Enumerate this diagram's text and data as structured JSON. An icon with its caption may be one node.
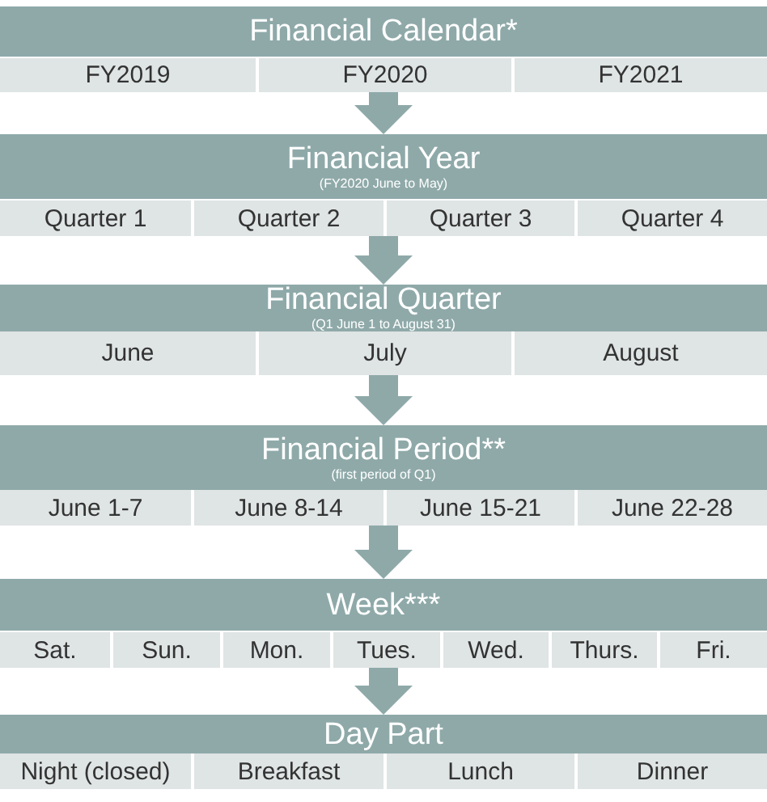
{
  "diagram": {
    "nodes": [
      {
        "text": [
          "Financial Calendar*"
        ]
      },
      {
        "text": [],
        "shape": "bar"
      },
      {
        "text": [
          "FY2019"
        ],
        "in": 1
      },
      {
        "text": [
          "FY2020"
        ],
        "in": 1
      },
      {
        "text": [
          "FY2021"
        ],
        "in": 1
      },
      {
        "text": [
          "Financial Year",
          "(FY2020 June to May)"
        ]
      },
      {
        "text": [],
        "shape": "bar"
      },
      {
        "text": [
          "Quarter 1"
        ],
        "in": 6
      },
      {
        "text": [
          "Quarter 2"
        ],
        "in": 6
      },
      {
        "text": [
          "Quarter 3"
        ],
        "in": 6
      },
      {
        "text": [
          "Quarter 4"
        ],
        "in": 6
      },
      {
        "text": [
          "Financial Quarter",
          "(Q1 June 1 to August 31)"
        ]
      },
      {
        "text": [],
        "shape": "bar"
      },
      {
        "text": [
          "June"
        ],
        "in": 12
      },
      {
        "text": [
          "July"
        ],
        "in": 12
      },
      {
        "text": [
          "August"
        ],
        "in": 12
      },
      {
        "text": [
          "Financial Period**",
          "(first period of Q1)"
        ]
      },
      {
        "text": [],
        "shape": "bar"
      },
      {
        "text": [
          "June 1-7"
        ],
        "in": 17
      },
      {
        "text": [
          "June 8-14"
        ],
        "in": 17
      },
      {
        "text": [
          "June 15-21"
        ],
        "in": 17
      },
      {
        "text": [
          "June 22-28"
        ],
        "in": 17
      },
      {
        "text": [
          "Week***"
        ]
      },
      {
        "text": [],
        "shape": "bar"
      },
      {
        "text": [
          "Sat."
        ],
        "in": 23
      },
      {
        "text": [
          "Sun."
        ],
        "in": 23
      },
      {
        "text": [
          "Mon."
        ],
        "in": 23
      },
      {
        "text": [
          "Tues."
        ],
        "in": 23
      },
      {
        "text": [
          "Wed."
        ],
        "in": 23
      },
      {
        "text": [
          "Thurs."
        ],
        "in": 23
      },
      {
        "text": [
          "Fri."
        ],
        "in": 23
      },
      {
        "text": [
          "Day Part"
        ]
      },
      {
        "text": [],
        "shape": "bar"
      },
      {
        "text": [
          "Night (closed)"
        ],
        "in": 32
      },
      {
        "text": [
          "Breakfast"
        ],
        "in": 32
      },
      {
        "text": [
          "Lunch"
        ],
        "in": 32
      },
      {
        "text": [
          "Dinner"
        ],
        "in": 32
      }
    ],
    "edges": [
      {
        "from": 1,
        "to": 5,
        "arrow": "to"
      },
      {
        "from": 6,
        "to": 11,
        "arrow": "to"
      },
      {
        "from": 12,
        "to": 16,
        "arrow": "to"
      },
      {
        "from": 17,
        "to": 22,
        "arrow": "to"
      },
      {
        "from": 23,
        "to": 31,
        "arrow": "to"
      }
    ]
  }
}
